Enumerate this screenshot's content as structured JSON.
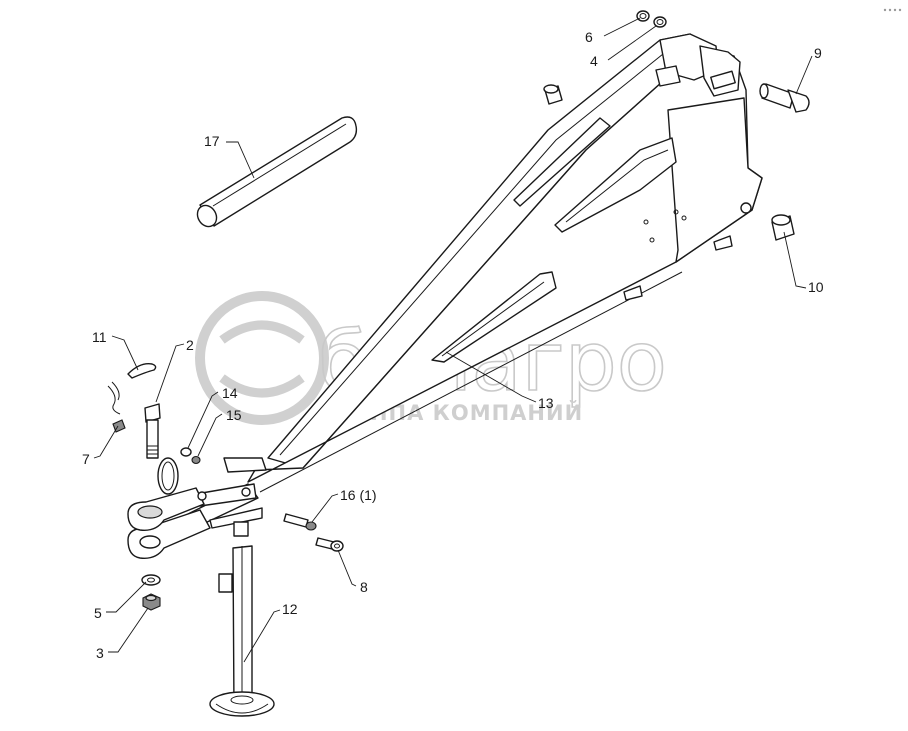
{
  "watermark": {
    "brand": "белагро",
    "tagline": "ГРУППА КОМПАНИЙ"
  },
  "callouts": [
    {
      "id": "c1",
      "text": "17"
    },
    {
      "id": "c2",
      "text": "6"
    },
    {
      "id": "c3",
      "text": "4"
    },
    {
      "id": "c4",
      "text": "9"
    },
    {
      "id": "c5",
      "text": "10"
    },
    {
      "id": "c6",
      "text": "11"
    },
    {
      "id": "c7",
      "text": "2"
    },
    {
      "id": "c8",
      "text": "14"
    },
    {
      "id": "c9",
      "text": "15"
    },
    {
      "id": "c10",
      "text": "7"
    },
    {
      "id": "c11",
      "text": "13"
    },
    {
      "id": "c12",
      "text": "16 (1)"
    },
    {
      "id": "c13",
      "text": "8"
    },
    {
      "id": "c14",
      "text": "5"
    },
    {
      "id": "c15",
      "text": "3"
    },
    {
      "id": "c16",
      "text": "12"
    }
  ]
}
